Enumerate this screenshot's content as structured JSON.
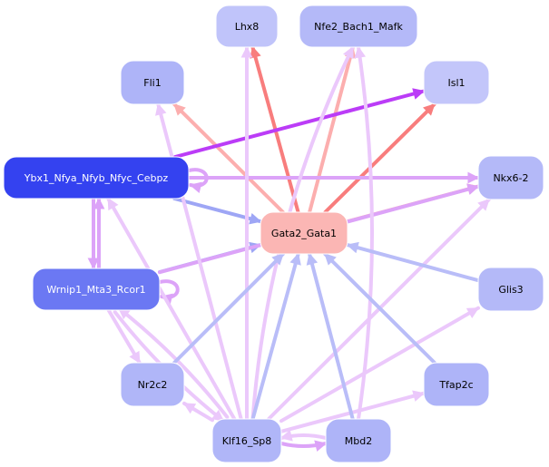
{
  "title": "Gene regulatory network",
  "colors": {
    "background": "#ffffff",
    "node_default": "#b4b9f8",
    "node_light": "#c3c6fa",
    "node_dark": "#3442f0",
    "node_medium": "#6b78f3",
    "node_hub": "#fbb6b4",
    "edge_red_strong": "#f87d7d",
    "edge_red_light": "#fcaeae",
    "edge_purple": "#bb3cf7",
    "edge_violet": "#dca3f8",
    "edge_lilac": "#ebc8fb",
    "edge_blue": "#9ea6f5",
    "edge_blue_light": "#b9bdf8"
  },
  "nodes": [
    {
      "id": "Lhx8",
      "label": "Lhx8",
      "color": "#c0c4fa",
      "text": "#000000"
    },
    {
      "id": "Nfe2_Bach1_Mafk",
      "label": "Nfe2_Bach1_Mafk",
      "color": "#b4b9f8",
      "text": "#000000"
    },
    {
      "id": "Fli1",
      "label": "Fli1",
      "color": "#aeb4f8",
      "text": "#000000"
    },
    {
      "id": "Isl1",
      "label": "Isl1",
      "color": "#c3c6fa",
      "text": "#000000"
    },
    {
      "id": "Ybx1_Nfya_Nfyb_Nfyc_Cebpz",
      "label": "Ybx1_Nfya_Nfyb_Nfyc_Cebpz",
      "color": "#3442f0",
      "text": "#ffffff"
    },
    {
      "id": "Nkx6-2",
      "label": "Nkx6-2",
      "color": "#b4b9f8",
      "text": "#000000"
    },
    {
      "id": "Gata2_Gata1",
      "label": "Gata2_Gata1",
      "color": "#fbb6b4",
      "text": "#000000"
    },
    {
      "id": "Wrnip1_Mta3_Rcor1",
      "label": "Wrnip1_Mta3_Rcor1",
      "color": "#6b78f3",
      "text": "#ffffff"
    },
    {
      "id": "Glis3",
      "label": "Glis3",
      "color": "#b4b9f8",
      "text": "#000000"
    },
    {
      "id": "Nr2c2",
      "label": "Nr2c2",
      "color": "#b0b6f8",
      "text": "#000000"
    },
    {
      "id": "Tfap2c",
      "label": "Tfap2c",
      "color": "#aeb4f8",
      "text": "#000000"
    },
    {
      "id": "Klf16_Sp8",
      "label": "Klf16_Sp8",
      "color": "#b0b6f8",
      "text": "#000000"
    },
    {
      "id": "Mbd2",
      "label": "Mbd2",
      "color": "#aeb4f8",
      "text": "#000000"
    }
  ],
  "edges": [
    {
      "from": "Gata2_Gata1",
      "to": "Lhx8",
      "color": "#f87d7d"
    },
    {
      "from": "Gata2_Gata1",
      "to": "Isl1",
      "color": "#f87d7d"
    },
    {
      "from": "Gata2_Gata1",
      "to": "Nfe2_Bach1_Mafk",
      "color": "#fcaeae"
    },
    {
      "from": "Gata2_Gata1",
      "to": "Fli1",
      "color": "#fcaeae"
    },
    {
      "from": "Gata2_Gata1",
      "to": "Nkx6-2",
      "color": "#fcaeae"
    },
    {
      "from": "Ybx1_Nfya_Nfyb_Nfyc_Cebpz",
      "to": "Isl1",
      "color": "#bb3cf7"
    },
    {
      "from": "Ybx1_Nfya_Nfyb_Nfyc_Cebpz",
      "to": "Nkx6-2",
      "color": "#dca3f8"
    },
    {
      "from": "Ybx1_Nfya_Nfyb_Nfyc_Cebpz",
      "to": "Gata2_Gata1",
      "color": "#9ea6f5"
    },
    {
      "from": "Ybx1_Nfya_Nfyb_Nfyc_Cebpz",
      "to": "Ybx1_Nfya_Nfyb_Nfyc_Cebpz",
      "color": "#dca3f8"
    },
    {
      "from": "Ybx1_Nfya_Nfyb_Nfyc_Cebpz",
      "to": "Wrnip1_Mta3_Rcor1",
      "color": "#dca3f8"
    },
    {
      "from": "Wrnip1_Mta3_Rcor1",
      "to": "Ybx1_Nfya_Nfyb_Nfyc_Cebpz",
      "color": "#dca3f8"
    },
    {
      "from": "Wrnip1_Mta3_Rcor1",
      "to": "Gata2_Gata1",
      "color": "#9ea6f5"
    },
    {
      "from": "Wrnip1_Mta3_Rcor1",
      "to": "Wrnip1_Mta3_Rcor1",
      "color": "#dca3f8"
    },
    {
      "from": "Wrnip1_Mta3_Rcor1",
      "to": "Nkx6-2",
      "color": "#dca3f8"
    },
    {
      "from": "Wrnip1_Mta3_Rcor1",
      "to": "Nr2c2",
      "color": "#ebc8fb"
    },
    {
      "from": "Wrnip1_Mta3_Rcor1",
      "to": "Klf16_Sp8",
      "color": "#ebc8fb"
    },
    {
      "from": "Klf16_Sp8",
      "to": "Wrnip1_Mta3_Rcor1",
      "color": "#ebc8fb"
    },
    {
      "from": "Klf16_Sp8",
      "to": "Ybx1_Nfya_Nfyb_Nfyc_Cebpz",
      "color": "#ebc8fb"
    },
    {
      "from": "Klf16_Sp8",
      "to": "Lhx8",
      "color": "#ebc8fb"
    },
    {
      "from": "Klf16_Sp8",
      "to": "Nfe2_Bach1_Mafk",
      "color": "#ebc8fb"
    },
    {
      "from": "Klf16_Sp8",
      "to": "Fli1",
      "color": "#ebc8fb"
    },
    {
      "from": "Klf16_Sp8",
      "to": "Nkx6-2",
      "color": "#ebc8fb"
    },
    {
      "from": "Klf16_Sp8",
      "to": "Glis3",
      "color": "#ebc8fb"
    },
    {
      "from": "Klf16_Sp8",
      "to": "Tfap2c",
      "color": "#ebc8fb"
    },
    {
      "from": "Klf16_Sp8",
      "to": "Nr2c2",
      "color": "#ebc8fb"
    },
    {
      "from": "Klf16_Sp8",
      "to": "Mbd2",
      "color": "#dca3f8"
    },
    {
      "from": "Klf16_Sp8",
      "to": "Gata2_Gata1",
      "color": "#b9bdf8"
    },
    {
      "from": "Mbd2",
      "to": "Klf16_Sp8",
      "color": "#ebc8fb"
    },
    {
      "from": "Mbd2",
      "to": "Gata2_Gata1",
      "color": "#b9bdf8"
    },
    {
      "from": "Mbd2",
      "to": "Nfe2_Bach1_Mafk",
      "color": "#ebc8fb"
    },
    {
      "from": "Nr2c2",
      "to": "Gata2_Gata1",
      "color": "#b9bdf8"
    },
    {
      "from": "Tfap2c",
      "to": "Gata2_Gata1",
      "color": "#b9bdf8"
    },
    {
      "from": "Glis3",
      "to": "Gata2_Gata1",
      "color": "#b9bdf8"
    }
  ]
}
